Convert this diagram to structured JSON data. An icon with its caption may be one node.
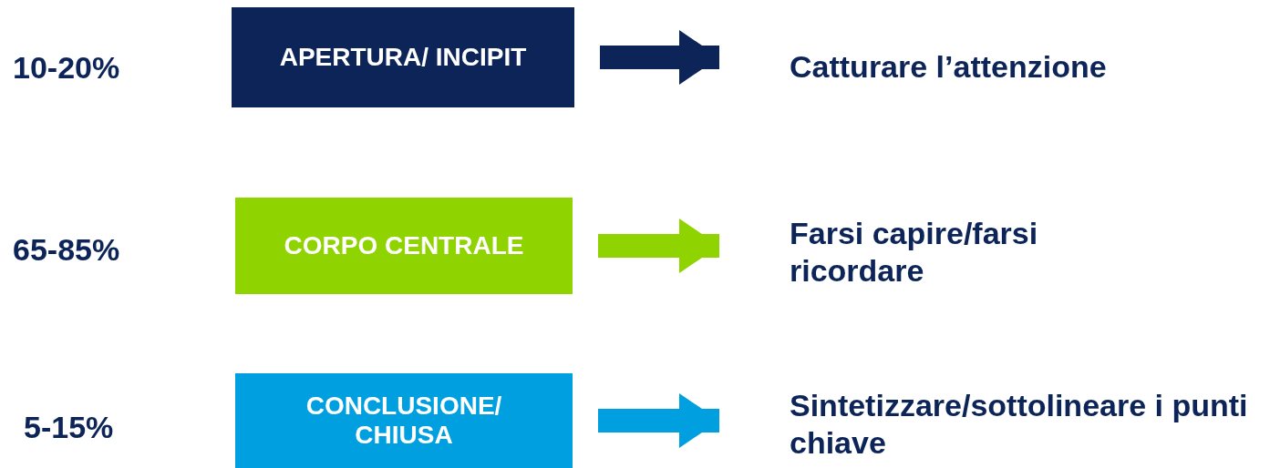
{
  "diagram": {
    "nodes": [
      {
        "text": [
          "APERTURA/ INCIPIT"
        ],
        "beside": [
          "10-20%"
        ]
      },
      {
        "text": [
          "Catturare l’attenzione"
        ]
      },
      {
        "text": [
          "CORPO CENTRALE"
        ],
        "beside": [
          "65-85%"
        ]
      },
      {
        "text": [
          "Farsi capire/farsi ricordare"
        ]
      },
      {
        "text": [
          "CONCLUSIONE/ CHIUSA"
        ],
        "beside": [
          "5-15%"
        ]
      },
      {
        "text": [
          "Sintetizzare/sottolineare i punti chiave"
        ]
      }
    ],
    "edges": [
      {
        "from": 0,
        "to": 1,
        "arrow": "to",
        "color": "#0d2458"
      },
      {
        "from": 2,
        "to": 3,
        "arrow": "to",
        "color": "#8fd400"
      },
      {
        "from": 4,
        "to": 5,
        "arrow": "to",
        "color": "#00a0e0"
      }
    ]
  }
}
